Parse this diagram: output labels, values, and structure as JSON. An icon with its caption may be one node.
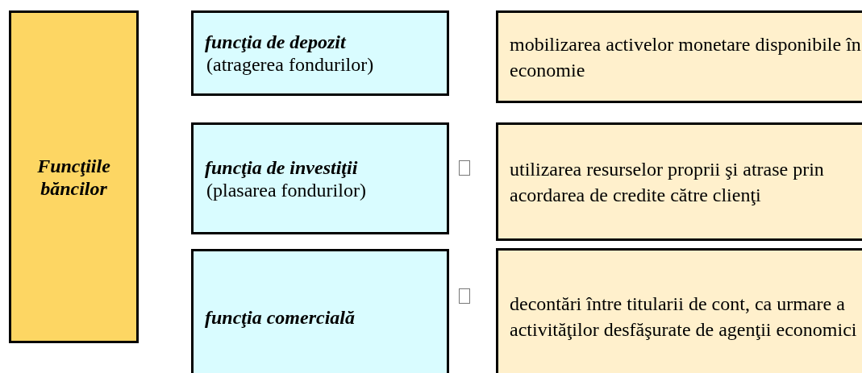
{
  "diagram": {
    "nodes": [
      {
        "text": [
          "Funcţiile băncilor"
        ]
      },
      {
        "text": [
          "funcţia de depozit",
          "(atragerea fondurilor)"
        ]
      },
      {
        "text": [
          "funcţia de investiţii",
          "(plasarea fondurilor)"
        ]
      },
      {
        "text": [
          "funcţia comercială"
        ]
      },
      {
        "text": [
          "mobilizarea activelor monetare disponibile în economie"
        ]
      },
      {
        "text": [
          "utilizarea resurselor proprii şi atrase prin acordarea de credite către clienţi"
        ]
      },
      {
        "text": [
          "decontări între titularii de cont, ca urmare a activităţilor desfăşurate de agenţii economici"
        ]
      }
    ]
  }
}
